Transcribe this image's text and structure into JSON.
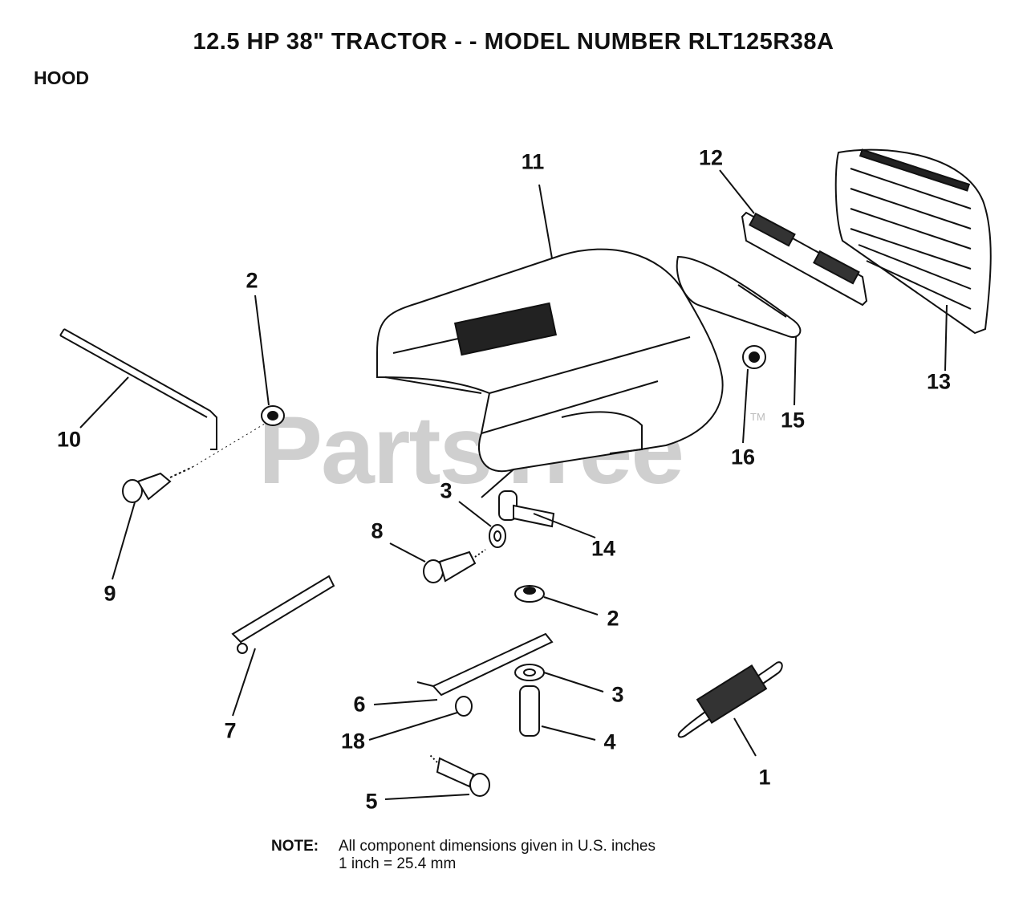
{
  "title": "12.5 HP 38\" TRACTOR - - MODEL NUMBER RLT125R38A",
  "section": "HOOD",
  "watermark": "PartsTree",
  "watermark_tm": "TM",
  "callouts": {
    "c1": "1",
    "c2a": "2",
    "c2b": "2",
    "c3a": "3",
    "c3b": "3",
    "c4": "4",
    "c5": "5",
    "c6": "6",
    "c7": "7",
    "c8": "8",
    "c9": "9",
    "c10": "10",
    "c11": "11",
    "c12": "12",
    "c13": "13",
    "c14": "14",
    "c15": "15",
    "c16": "16",
    "c18": "18"
  },
  "note": {
    "label": "NOTE:",
    "line1": "All component dimensions given in U.S. inches",
    "line2": "1 inch = 25.4 mm"
  }
}
